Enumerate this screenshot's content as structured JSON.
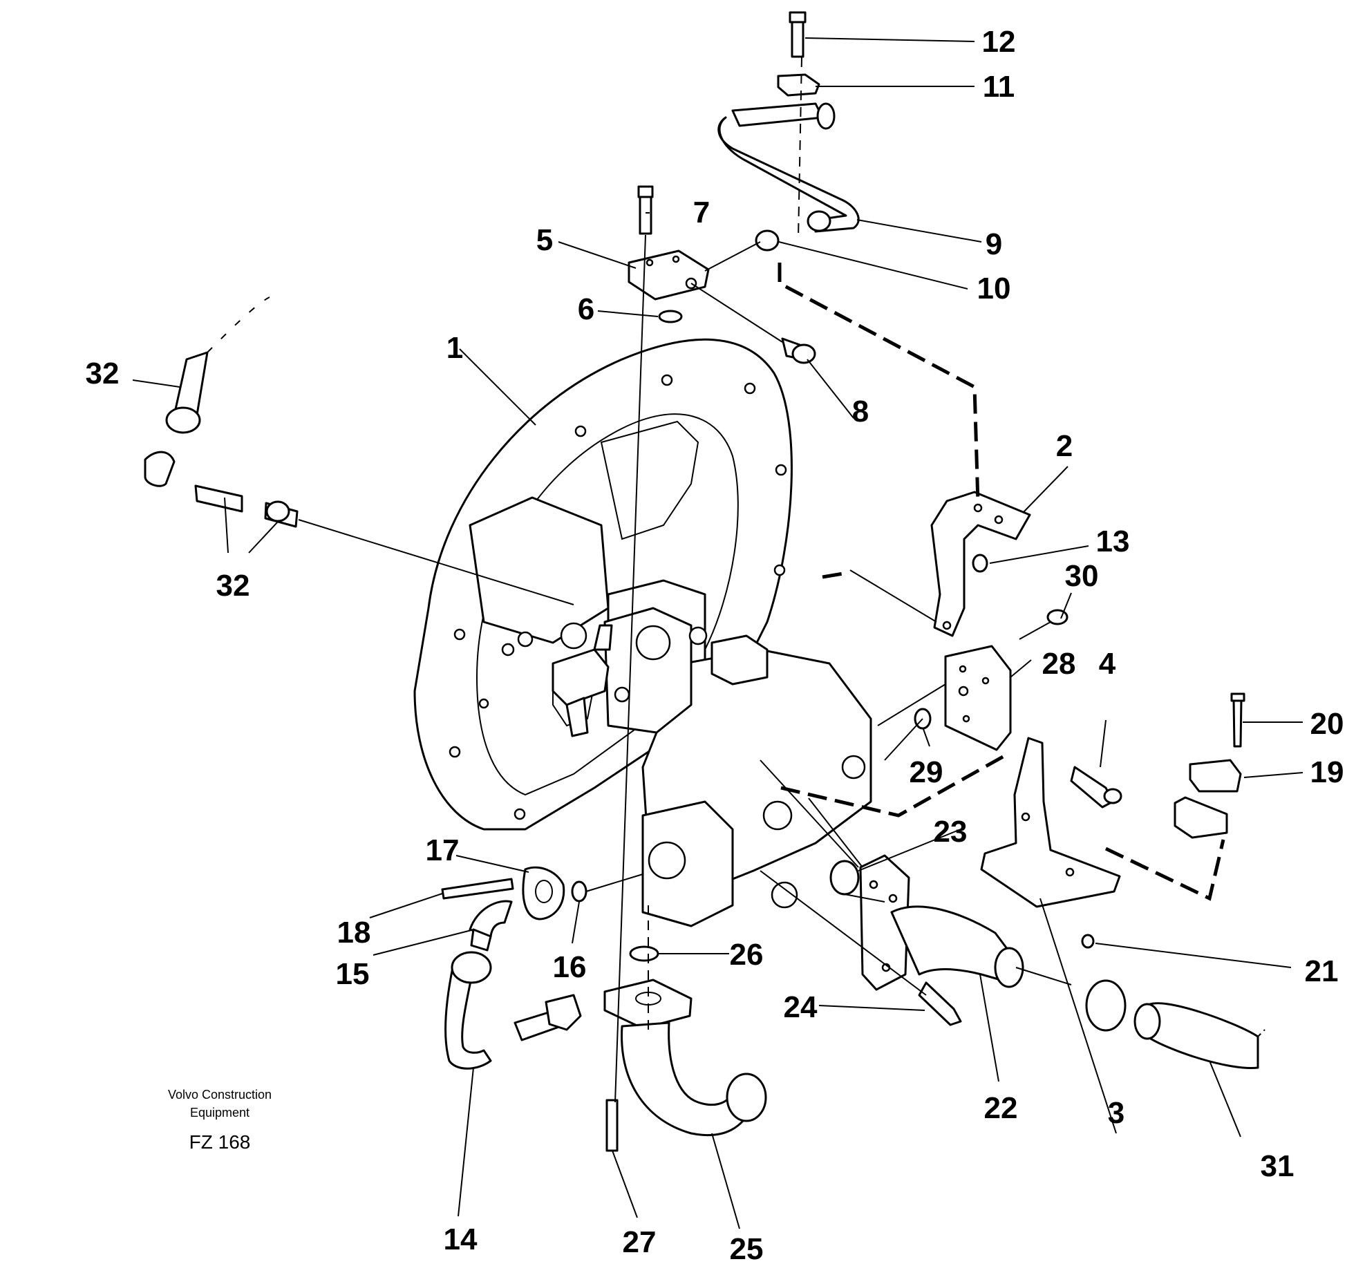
{
  "figure": {
    "brand_line_1": "Volvo Construction",
    "brand_line_2": "Equipment",
    "code": "FZ 168"
  },
  "callouts": [
    {
      "id": "c1",
      "label": "1"
    },
    {
      "id": "c2",
      "label": "2"
    },
    {
      "id": "c3",
      "label": "3"
    },
    {
      "id": "c4",
      "label": "4"
    },
    {
      "id": "c5",
      "label": "5"
    },
    {
      "id": "c6",
      "label": "6"
    },
    {
      "id": "c7",
      "label": "7"
    },
    {
      "id": "c8",
      "label": "8"
    },
    {
      "id": "c9",
      "label": "9"
    },
    {
      "id": "c10",
      "label": "10"
    },
    {
      "id": "c11",
      "label": "11"
    },
    {
      "id": "c12",
      "label": "12"
    },
    {
      "id": "c13",
      "label": "13"
    },
    {
      "id": "c14",
      "label": "14"
    },
    {
      "id": "c15",
      "label": "15"
    },
    {
      "id": "c16",
      "label": "16"
    },
    {
      "id": "c17",
      "label": "17"
    },
    {
      "id": "c18",
      "label": "18"
    },
    {
      "id": "c19",
      "label": "19"
    },
    {
      "id": "c20",
      "label": "20"
    },
    {
      "id": "c21",
      "label": "21"
    },
    {
      "id": "c22",
      "label": "22"
    },
    {
      "id": "c23",
      "label": "23"
    },
    {
      "id": "c24",
      "label": "24"
    },
    {
      "id": "c25",
      "label": "25"
    },
    {
      "id": "c26",
      "label": "26"
    },
    {
      "id": "c27",
      "label": "27"
    },
    {
      "id": "c28",
      "label": "28"
    },
    {
      "id": "c29",
      "label": "29"
    },
    {
      "id": "c30",
      "label": "30"
    },
    {
      "id": "c31",
      "label": "31"
    },
    {
      "id": "c32a",
      "label": "32"
    },
    {
      "id": "c32b",
      "label": "32"
    }
  ]
}
